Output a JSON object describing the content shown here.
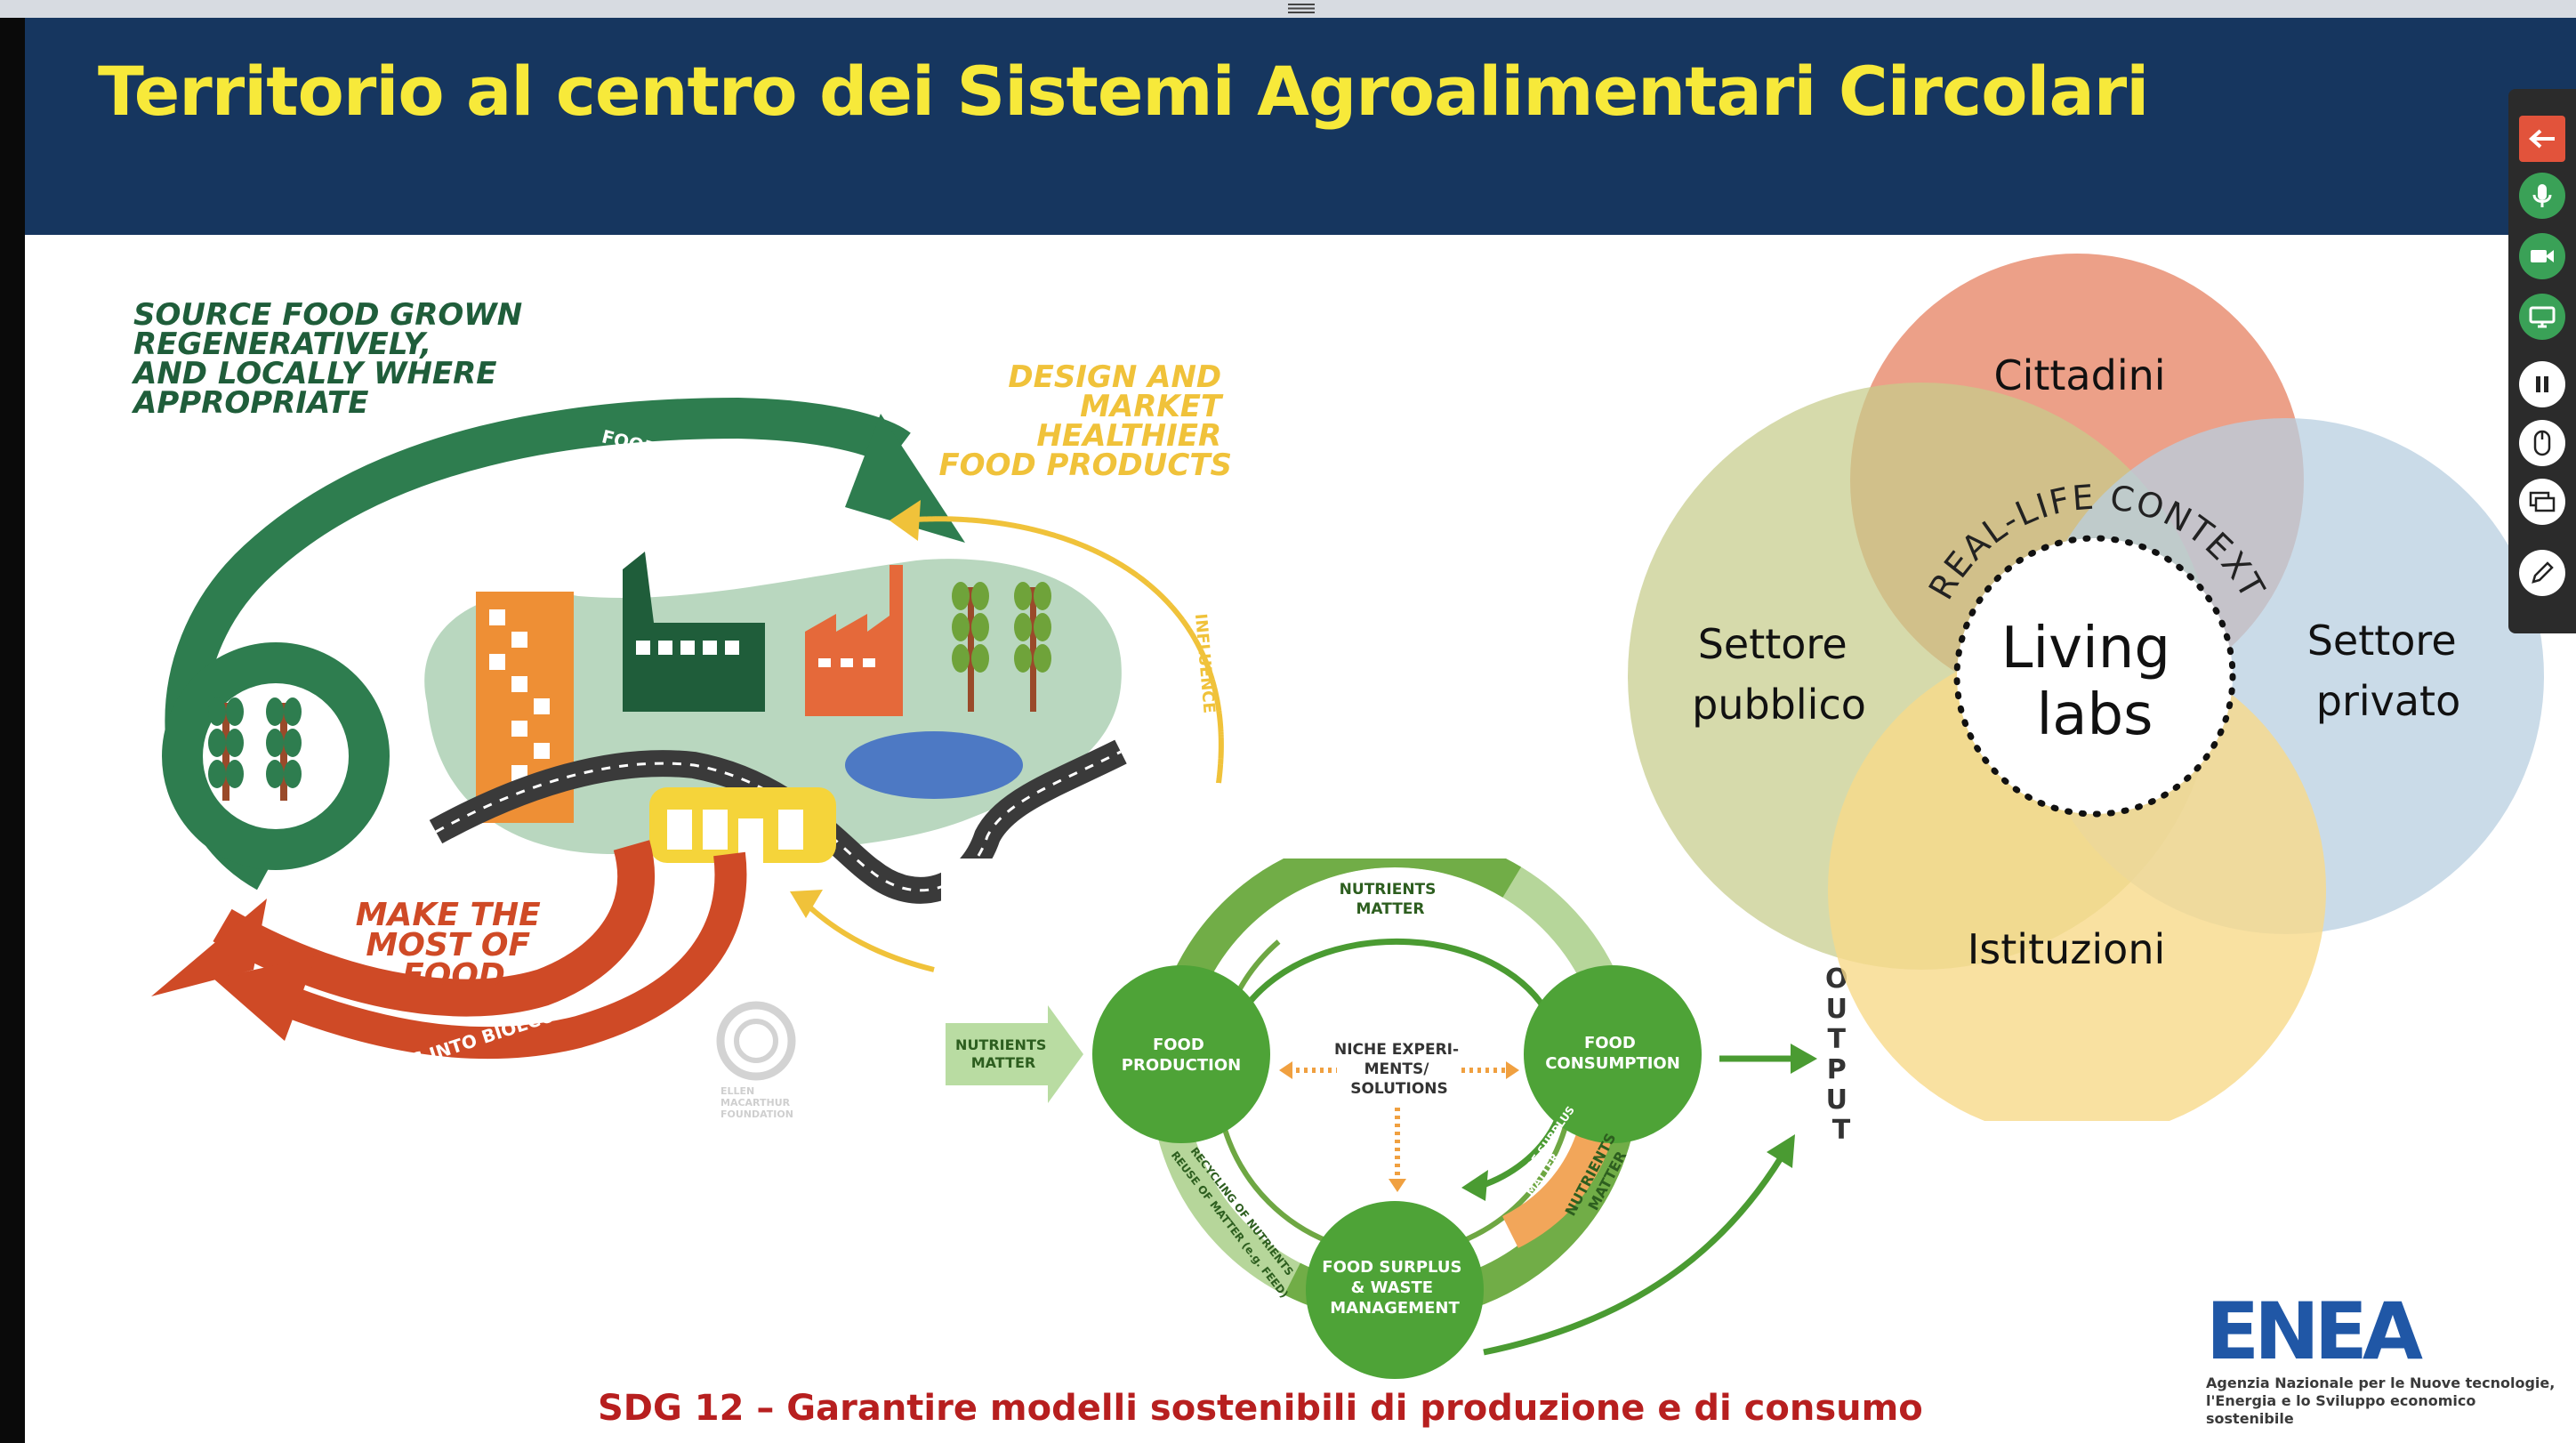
{
  "slide": {
    "title": "Territorio al centro dei Sistemi Agroalimentari Circolari",
    "caption": "SDG 12 – Garantire modelli sostenibili di produzione e di consumo"
  },
  "left_diagram": {
    "label_source": [
      "SOURCE FOOD GROWN",
      "REGENERATIVELY,",
      "AND LOCALLY WHERE",
      "APPROPRIATE"
    ],
    "label_design": [
      "DESIGN AND",
      "MARKET",
      "HEALTHIER",
      "FOOD PRODUCTS"
    ],
    "label_make": [
      "MAKE THE",
      "MOST OF",
      "FOOD"
    ],
    "arc_food_into_cities": "FOOD INTO CITIES",
    "arc_influence": "INFLUENCE",
    "arc_byproducts": "BY-PRODUCTS INTO BIOECONOMY",
    "foundation": [
      "ELLEN",
      "MACARTHUR",
      "FOUNDATION"
    ]
  },
  "cycle_diagram": {
    "nutrients_in": [
      "NUTRIENTS",
      "MATTER"
    ],
    "top_arc": [
      "NUTRIENTS",
      "MATTER"
    ],
    "food_production": [
      "FOOD",
      "PRODUCTION"
    ],
    "food_consumption": [
      "FOOD",
      "CONSUMPTION"
    ],
    "niche": [
      "NICHE EXPERI-",
      "MENTS/",
      "SOLUTIONS"
    ],
    "food_surplus": [
      "FOOD SURPLUS",
      "& WASTE",
      "MANAGEMENT"
    ],
    "recycling": [
      "RECYCLING OF NUTRIENTS",
      "REUSE OF MATTER (e.g. FEED)"
    ],
    "reuse_surplus": [
      "REUSE OF SURPLUS",
      "MATTER"
    ],
    "nutrients_matter_right": [
      "NUTRIENTS",
      "MATTER"
    ],
    "output_letters": [
      "O",
      "U",
      "T",
      "P",
      "U",
      "T"
    ]
  },
  "venn": {
    "cittadini": "Cittadini",
    "settore_pubblico": [
      "Settore",
      "pubblico"
    ],
    "settore_privato": [
      "Settore",
      "privato"
    ],
    "istituzioni": "Istituzioni",
    "living_labs": [
      "Living",
      "labs"
    ],
    "real_life_context": "REAL-LIFE CONTEXT",
    "colors": {
      "cittadini": "#e98f73",
      "pubblico": "#c6cc8a",
      "privato": "#b8cfe0",
      "istituzioni": "#f7d98a"
    }
  },
  "logo": {
    "name": "ENEA",
    "subtitle": [
      "Agenzia Nazionale per le Nuove tecnologie,",
      "l'Energia e lo Sviluppo economico sostenibile"
    ]
  },
  "toolbar": {
    "buttons": [
      "back-arrow-icon",
      "microphone-icon",
      "camera-icon",
      "screen-share-icon",
      "pause-icon",
      "mouse-icon",
      "whiteboard-icon",
      "pen-icon"
    ]
  }
}
